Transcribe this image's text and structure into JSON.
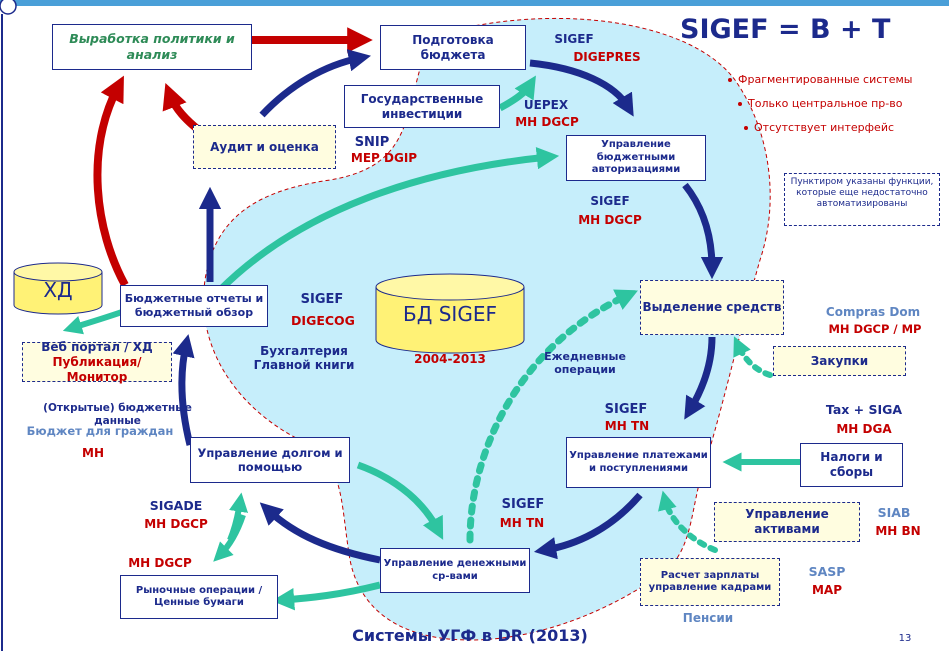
{
  "heading": "SIGEF = B + T",
  "bullets": [
    "Фрагментированные системы",
    "Только центральное пр-во",
    "Отсутствует интерфейс"
  ],
  "note": "Пунктиром указаны функции, которые еще недостаточно автоматизированы",
  "database": {
    "label": "БД SIGEF",
    "years": "2004-2013"
  },
  "hd_cylinder": "ХД",
  "boxes": {
    "policy": "Выработка политики и анализ",
    "budget_prep": "Подготовка бюджета",
    "gov_invest": "Государственные инвестиции",
    "audit": "Аудит и оценка",
    "budget_auth": "Управление бюджетными авторизациями",
    "allocation": "Выделение средств",
    "procurement": "Закупки",
    "reports": "Бюджетные отчеты и бюджетный обзор",
    "web_portal_1": "Веб портал / ХД",
    "web_portal_2": "Публикация/ Монитор",
    "payments": "Управление платежами и поступлениями",
    "taxes": "Налоги и сборы",
    "assets": "Управление активами",
    "debt": "Управление долгом и помощью",
    "cash": "Управление денежными ср-вами",
    "payroll": "Расчет зарплаты управление кадрами",
    "market": "Рыночные операции / Ценные бумаги"
  },
  "labels": {
    "sigef_digepres_1": "SIGEF",
    "sigef_digepres_2": "DIGEPRES",
    "uepex_1": "UEPEX",
    "uepex_2": "MH DGCP",
    "snip_1": "SNIP",
    "snip_2": "MEP DGIP",
    "sigef_auth_1": "SIGEF",
    "sigef_auth_2": "MH DGCP",
    "sigef_digecog_1": "SIGEF",
    "sigef_digecog_2": "DIGECOG",
    "ledger": "Бухгалтерия Главной книги",
    "daily": "Ежедневные операции",
    "compras_1": "Compras Dom",
    "compras_2": "MH DGCP / MP",
    "sigef_tn_1": "SIGEF",
    "sigef_tn_2": "MH TN",
    "tax_1": "Tax + SIGA",
    "tax_2": "MH DGA",
    "sigef_tn_b_1": "SIGEF",
    "sigef_tn_b_2": "MH TN",
    "siab_1": "SIAB",
    "siab_2": "MH BN",
    "sasp_1": "SASP",
    "sasp_2": "MAP",
    "pensions": "Пенсии",
    "sigade_1": "SIGADE",
    "sigade_2": "MH DGCP",
    "mh_dgcp_market": "MH DGCP",
    "open_budget": "(Открытые) бюджетные данные",
    "citizen_budget": "Бюджет для граждан",
    "mh": "MH"
  },
  "title": "Системы УГФ в DR (2013)",
  "page_number": "13",
  "colors": {
    "navy": "#1c2a8c",
    "red": "#c40000",
    "teal": "#2ec4a0",
    "area": "#c6eefb",
    "topbar": "#4a9fd8"
  }
}
